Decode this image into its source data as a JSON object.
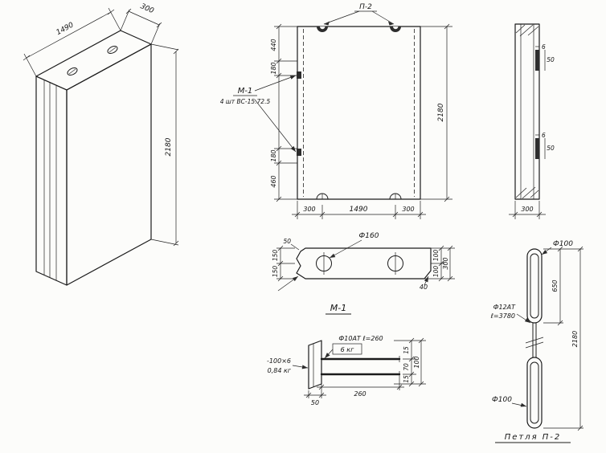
{
  "colors": {
    "ink": "#1b1b1b",
    "paper": "#fcfcfa"
  },
  "iso": {
    "len": "1490",
    "depth": "300",
    "height": "2180"
  },
  "front": {
    "loop_ref": "П-2",
    "left_chain": [
      "440",
      "180",
      "180",
      "460"
    ],
    "height": "2180",
    "bottom_chain": [
      "300",
      "1490",
      "300"
    ],
    "callout_title": "М-1",
    "callout_note": "4 шт ВС-15.72.5"
  },
  "side": {
    "width": "300",
    "embed_thickness": "6",
    "embed_length": "50"
  },
  "section": {
    "hole_dia": "Ф160",
    "edge_offset": "50",
    "left_chain": [
      "150",
      "150"
    ],
    "right_chain": [
      "100",
      "100"
    ],
    "overall": "300",
    "chamfer": "40"
  },
  "m1": {
    "title": "М-1",
    "rod_spec": "Ф10АТ ℓ=260",
    "rod_weight": "6 кг",
    "plate_spec": "-100×6",
    "plate_weight": "0,84 кг",
    "rod_length": "260",
    "plate_width": "50",
    "chain": [
      "15",
      "70",
      "15"
    ],
    "overall": "100"
  },
  "p2": {
    "title": "Петля П-2",
    "top_dia": "Ф100",
    "bottom_dia": "Ф100",
    "bar_spec": "Ф12АТ",
    "bar_length": "ℓ=3780",
    "loop_height": "650",
    "overall_height": "2180"
  }
}
